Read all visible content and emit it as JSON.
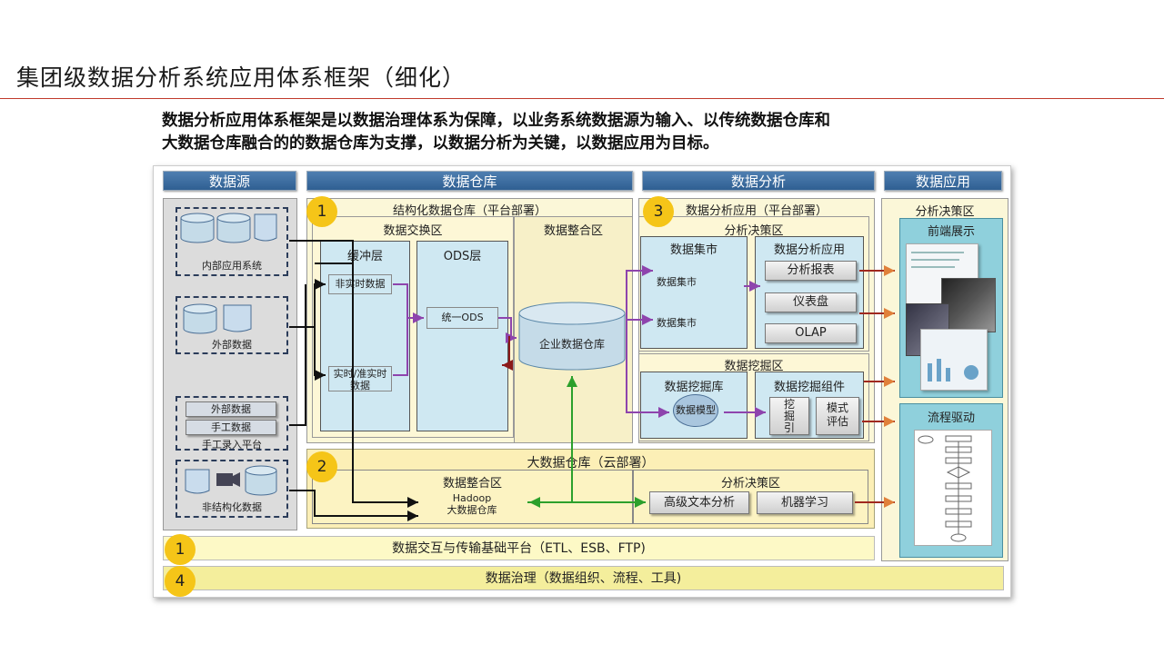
{
  "page": {
    "title": "集团级数据分析系统应用体系框架（细化）",
    "intro_line1": "数据分析应用体系框架是以数据治理体系为保障，以业务系统数据源为输入、以传统数据仓库和",
    "intro_line2": "大数据仓库融合的的数据仓库为支撑，以数据分析为关键，以数据应用为目标。"
  },
  "headers": {
    "source": "数据源",
    "warehouse": "数据仓库",
    "analysis": "数据分析",
    "application": "数据应用"
  },
  "sources": {
    "internal": "内部应用系统",
    "external": "外部数据",
    "manual_btn1": "外部数据",
    "manual_btn2": "手工数据",
    "manual": "手工录入平台",
    "unstructured": "非结构化数据"
  },
  "warehouse": {
    "structured_title": "结构化数据仓库（平台部署）",
    "exchange_zone": "数据交换区",
    "integration_zone": "数据整合区",
    "buffer_layer": "缓冲层",
    "ods_layer": "ODS层",
    "non_realtime": "非实时数据",
    "realtime_l1": "实时/准实时",
    "realtime_l2": "数据",
    "unified_ods": "统一ODS",
    "enterprise_dw": "企业数据仓库",
    "bigdata_title": "大数据仓库（云部署）",
    "bigdata_integration": "数据整合区",
    "hadoop_l1": "Hadoop",
    "hadoop_l2": "大数据仓库"
  },
  "analysis": {
    "app_title": "数据分析应用（平台部署）",
    "decision_zone": "分析决策区",
    "data_mart": "数据集市",
    "mart1": "数据集市",
    "mart2": "数据集市",
    "analysis_app": "数据分析应用",
    "report": "分析报表",
    "dashboard": "仪表盘",
    "olap": "OLAP",
    "mining_zone": "数据挖掘区",
    "mining_lib": "数据挖掘库",
    "data_model": "数据模型",
    "mining_comp": "数据挖掘组件",
    "mining_engine": "挖掘引擎",
    "model_eval_l1": "模式",
    "model_eval_l2": "评估",
    "bigdata_decision": "分析决策区",
    "text_analysis": "高级文本分析",
    "ml": "机器学习"
  },
  "application": {
    "decision_zone": "分析决策区",
    "frontend": "前端展示",
    "process": "流程驱动"
  },
  "bottom": {
    "platform": "数据交互与传输基础平台（ETL、ESB、FTP)",
    "governance": "数据治理（数据组织、流程、工具)"
  },
  "badges": {
    "b1": "1",
    "b2": "2",
    "b3": "3",
    "b1b": "1",
    "b4": "4"
  },
  "colors": {
    "accent_red": "#c0392b",
    "header_blue": "#3a6a9e",
    "badge_yellow": "#f5c518",
    "arrow_purple": "#8e44ad",
    "arrow_green": "#2ca02c",
    "arrow_red": "#a0281e"
  }
}
